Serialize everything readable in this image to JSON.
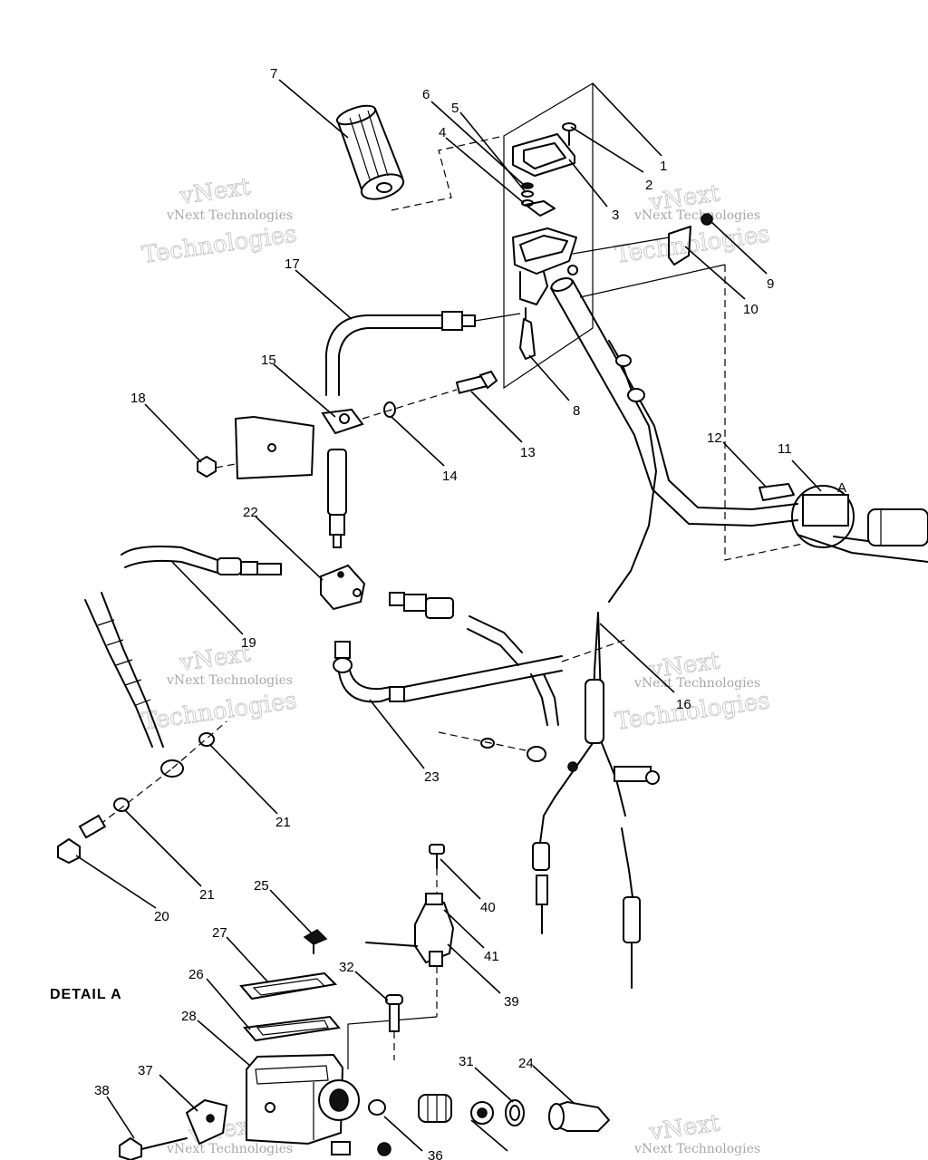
{
  "detail_title": "DETAIL A",
  "detail_marker": "A",
  "watermark": {
    "small": "vNext Technologies",
    "big_top": "vNext",
    "big_bottom": "Technologies"
  },
  "callouts": [
    {
      "id": "1",
      "label": "1"
    },
    {
      "id": "2",
      "label": "2"
    },
    {
      "id": "3",
      "label": "3"
    },
    {
      "id": "4",
      "label": "4"
    },
    {
      "id": "5",
      "label": "5"
    },
    {
      "id": "6",
      "label": "6"
    },
    {
      "id": "7",
      "label": "7"
    },
    {
      "id": "8",
      "label": "8"
    },
    {
      "id": "9",
      "label": "9"
    },
    {
      "id": "10",
      "label": "10"
    },
    {
      "id": "11",
      "label": "11"
    },
    {
      "id": "12",
      "label": "12"
    },
    {
      "id": "13",
      "label": "13"
    },
    {
      "id": "14",
      "label": "14"
    },
    {
      "id": "15",
      "label": "15"
    },
    {
      "id": "16",
      "label": "16"
    },
    {
      "id": "17",
      "label": "17"
    },
    {
      "id": "18",
      "label": "18"
    },
    {
      "id": "19",
      "label": "19"
    },
    {
      "id": "20",
      "label": "20"
    },
    {
      "id": "21a",
      "label": "21"
    },
    {
      "id": "21b",
      "label": "21"
    },
    {
      "id": "22",
      "label": "22"
    },
    {
      "id": "23",
      "label": "23"
    },
    {
      "id": "24",
      "label": "24"
    },
    {
      "id": "25",
      "label": "25"
    },
    {
      "id": "26",
      "label": "26"
    },
    {
      "id": "27",
      "label": "27"
    },
    {
      "id": "28",
      "label": "28"
    },
    {
      "id": "31",
      "label": "31"
    },
    {
      "id": "32",
      "label": "32"
    },
    {
      "id": "36",
      "label": "36"
    },
    {
      "id": "37",
      "label": "37"
    },
    {
      "id": "38",
      "label": "38"
    },
    {
      "id": "39",
      "label": "39"
    },
    {
      "id": "40",
      "label": "40"
    },
    {
      "id": "41",
      "label": "41"
    }
  ]
}
